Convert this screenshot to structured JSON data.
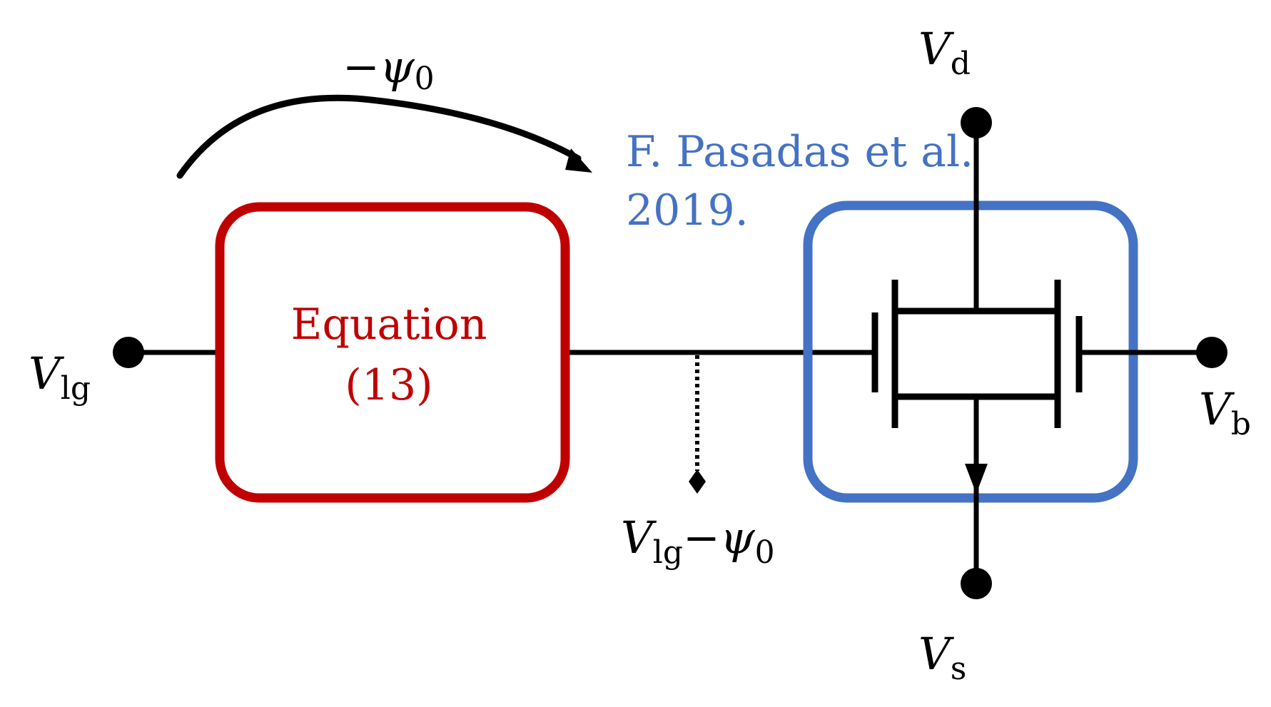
{
  "colors": {
    "equation_box": "#c00000",
    "transistor_box": "#4472c4",
    "wire": "#000000",
    "background": "#ffffff"
  },
  "labels": {
    "arc_minus": "−",
    "arc_psi": "ψ",
    "arc_psi_sub": "0",
    "vlg_v": "V",
    "vlg_sub": "lg",
    "equation_line1": "Equation",
    "equation_line2": "(13)",
    "citation_line1": "F. Pasadas et al.",
    "citation_line2": "2019.",
    "node_v": "V",
    "node_sub": "lg",
    "node_minus": "−",
    "node_psi": "ψ",
    "node_psi_sub": "0",
    "vd_v": "V",
    "vd_sub": "d",
    "vs_v": "V",
    "vs_sub": "s",
    "vb_v": "V",
    "vb_sub": "b"
  },
  "icons": {
    "arc_arrow": "curved-arrow-icon",
    "terminal": "terminal-dot-icon",
    "probe": "probe-arrow-icon"
  }
}
